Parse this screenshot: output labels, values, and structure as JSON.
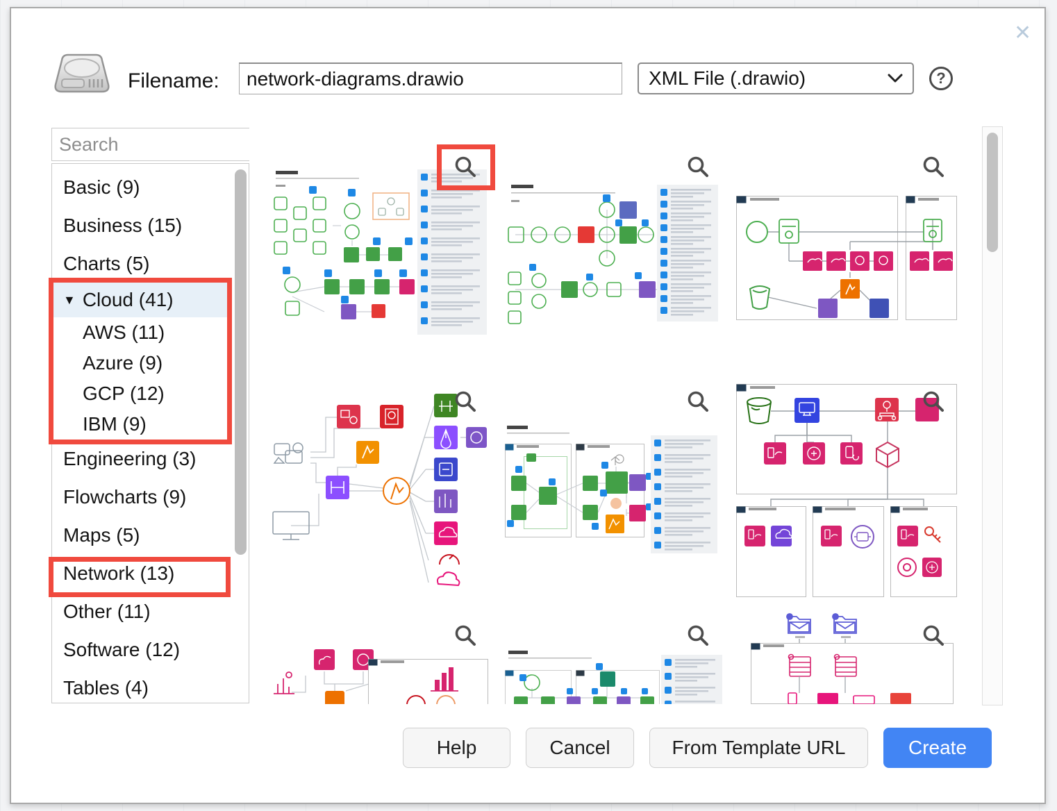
{
  "window": {
    "close_icon": "✕"
  },
  "header": {
    "filename_label": "Filename:",
    "filename_value": "network-diagrams.drawio",
    "filetype_value": "XML File (.drawio)",
    "help_icon": "?"
  },
  "sidebar": {
    "search_placeholder": "Search",
    "expand_arrow": "▼",
    "items": [
      {
        "label": "Basic (9)"
      },
      {
        "label": "Business (15)"
      },
      {
        "label": "Charts (5)"
      },
      {
        "label": "Cloud (41)",
        "expanded": true,
        "selected": true
      },
      {
        "label": "AWS (11)",
        "child": true
      },
      {
        "label": "Azure (9)",
        "child": true
      },
      {
        "label": "GCP (12)",
        "child": true
      },
      {
        "label": "IBM (9)",
        "child": true
      },
      {
        "label": "Engineering (3)"
      },
      {
        "label": "Flowcharts (9)"
      },
      {
        "label": "Maps (5)"
      },
      {
        "label": "Network (13)"
      },
      {
        "label": "Other (11)"
      },
      {
        "label": "Software (12)"
      },
      {
        "label": "Tables (4)"
      }
    ]
  },
  "main": {
    "visible_thumbnails": 9,
    "zoom_icon": "magnifier"
  },
  "footer": {
    "help_label": "Help",
    "cancel_label": "Cancel",
    "from_template_url_label": "From Template URL",
    "create_label": "Create"
  },
  "colors": {
    "accent_blue": "#4285f4",
    "annotation_red": "#f04a3e",
    "selected_bg": "#e7f0f8",
    "close_icon": "#b9cbdc"
  }
}
